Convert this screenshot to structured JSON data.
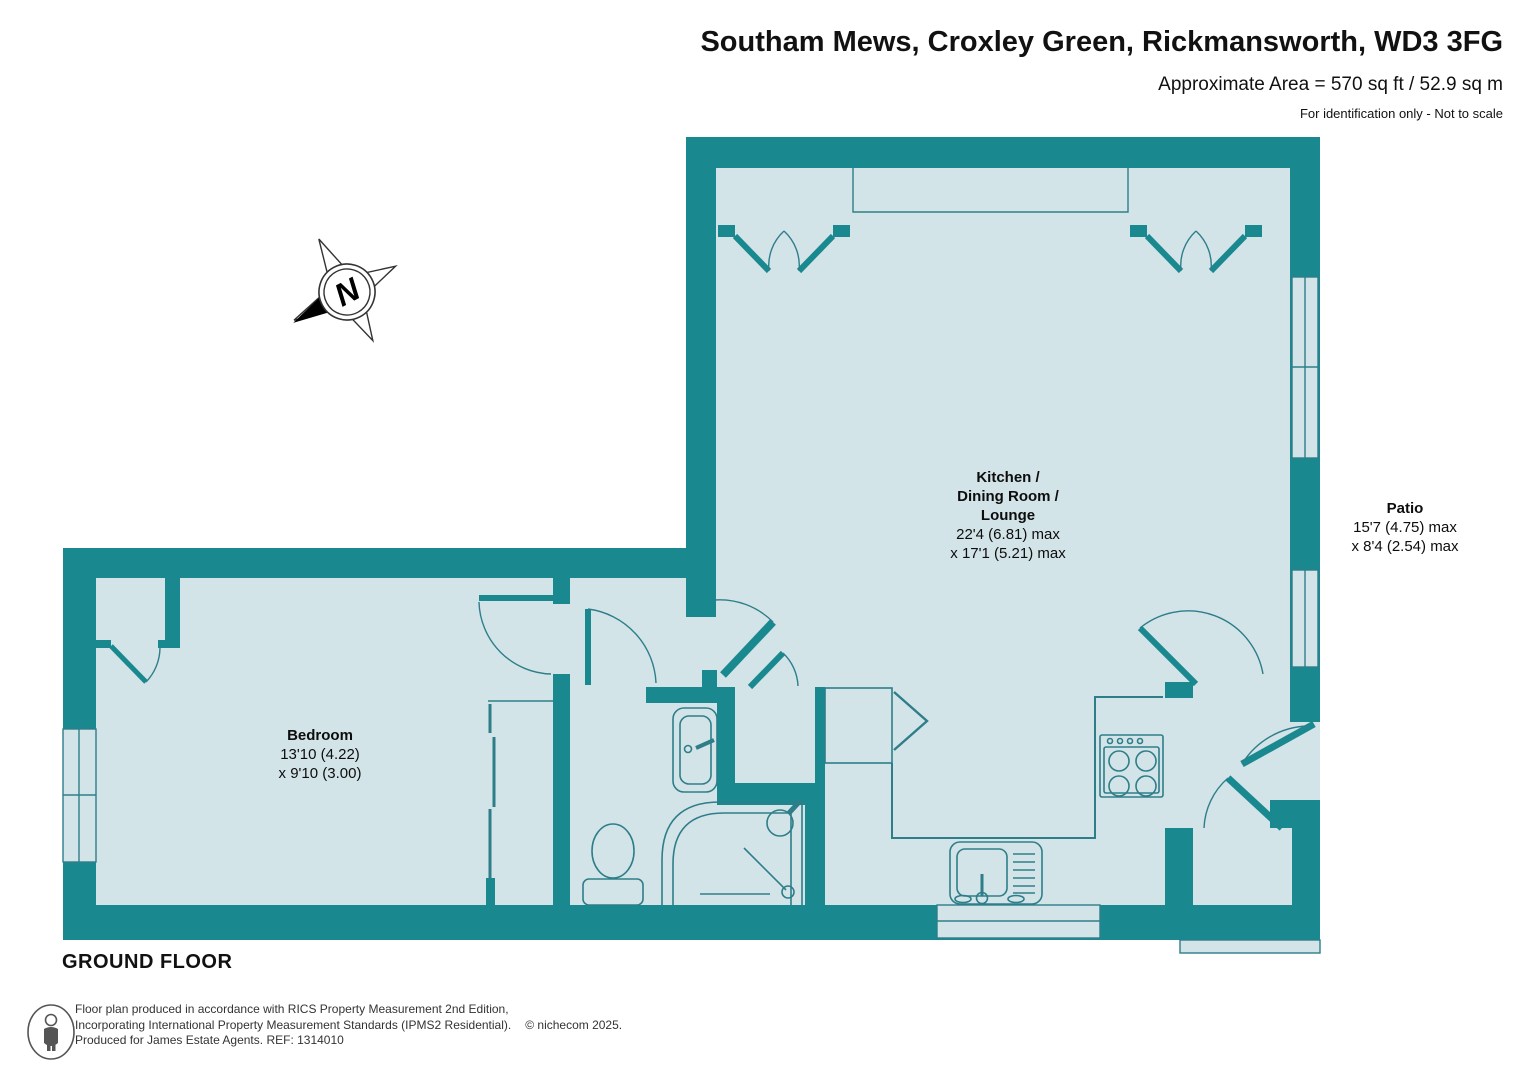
{
  "header": {
    "title": "Southam Mews, Croxley Green, Rickmansworth, WD3 3FG",
    "area": "Approximate Area = 570 sq ft / 52.9 sq m",
    "note": "For identification only - Not to scale"
  },
  "compass": {
    "letter": "N"
  },
  "rooms": {
    "kitchen": {
      "name_lines": [
        "Kitchen /",
        "Dining Room /",
        "Lounge"
      ],
      "dims": [
        "22'4 (6.81) max",
        "x 17'1 (5.21) max"
      ]
    },
    "bedroom": {
      "name_lines": [
        "Bedroom"
      ],
      "dims": [
        "13'10 (4.22)",
        "x 9'10 (3.00)"
      ]
    },
    "patio": {
      "name_lines": [
        "Patio"
      ],
      "dims": [
        "15'7 (4.75) max",
        "x 8'4 (2.54) max"
      ]
    }
  },
  "floor_label": "GROUND FLOOR",
  "footer": {
    "line1": "Floor plan produced in accordance with RICS Property Measurement 2nd Edition,",
    "line2": "Incorporating International Property Measurement Standards (IPMS2 Residential).",
    "copyright": "© nichecom 2025.",
    "line3": "Produced for James Estate Agents.   REF: 1314010"
  },
  "colors": {
    "wall": "#19898F",
    "floor": "#D3E4E9",
    "line": "#2E7E89"
  }
}
